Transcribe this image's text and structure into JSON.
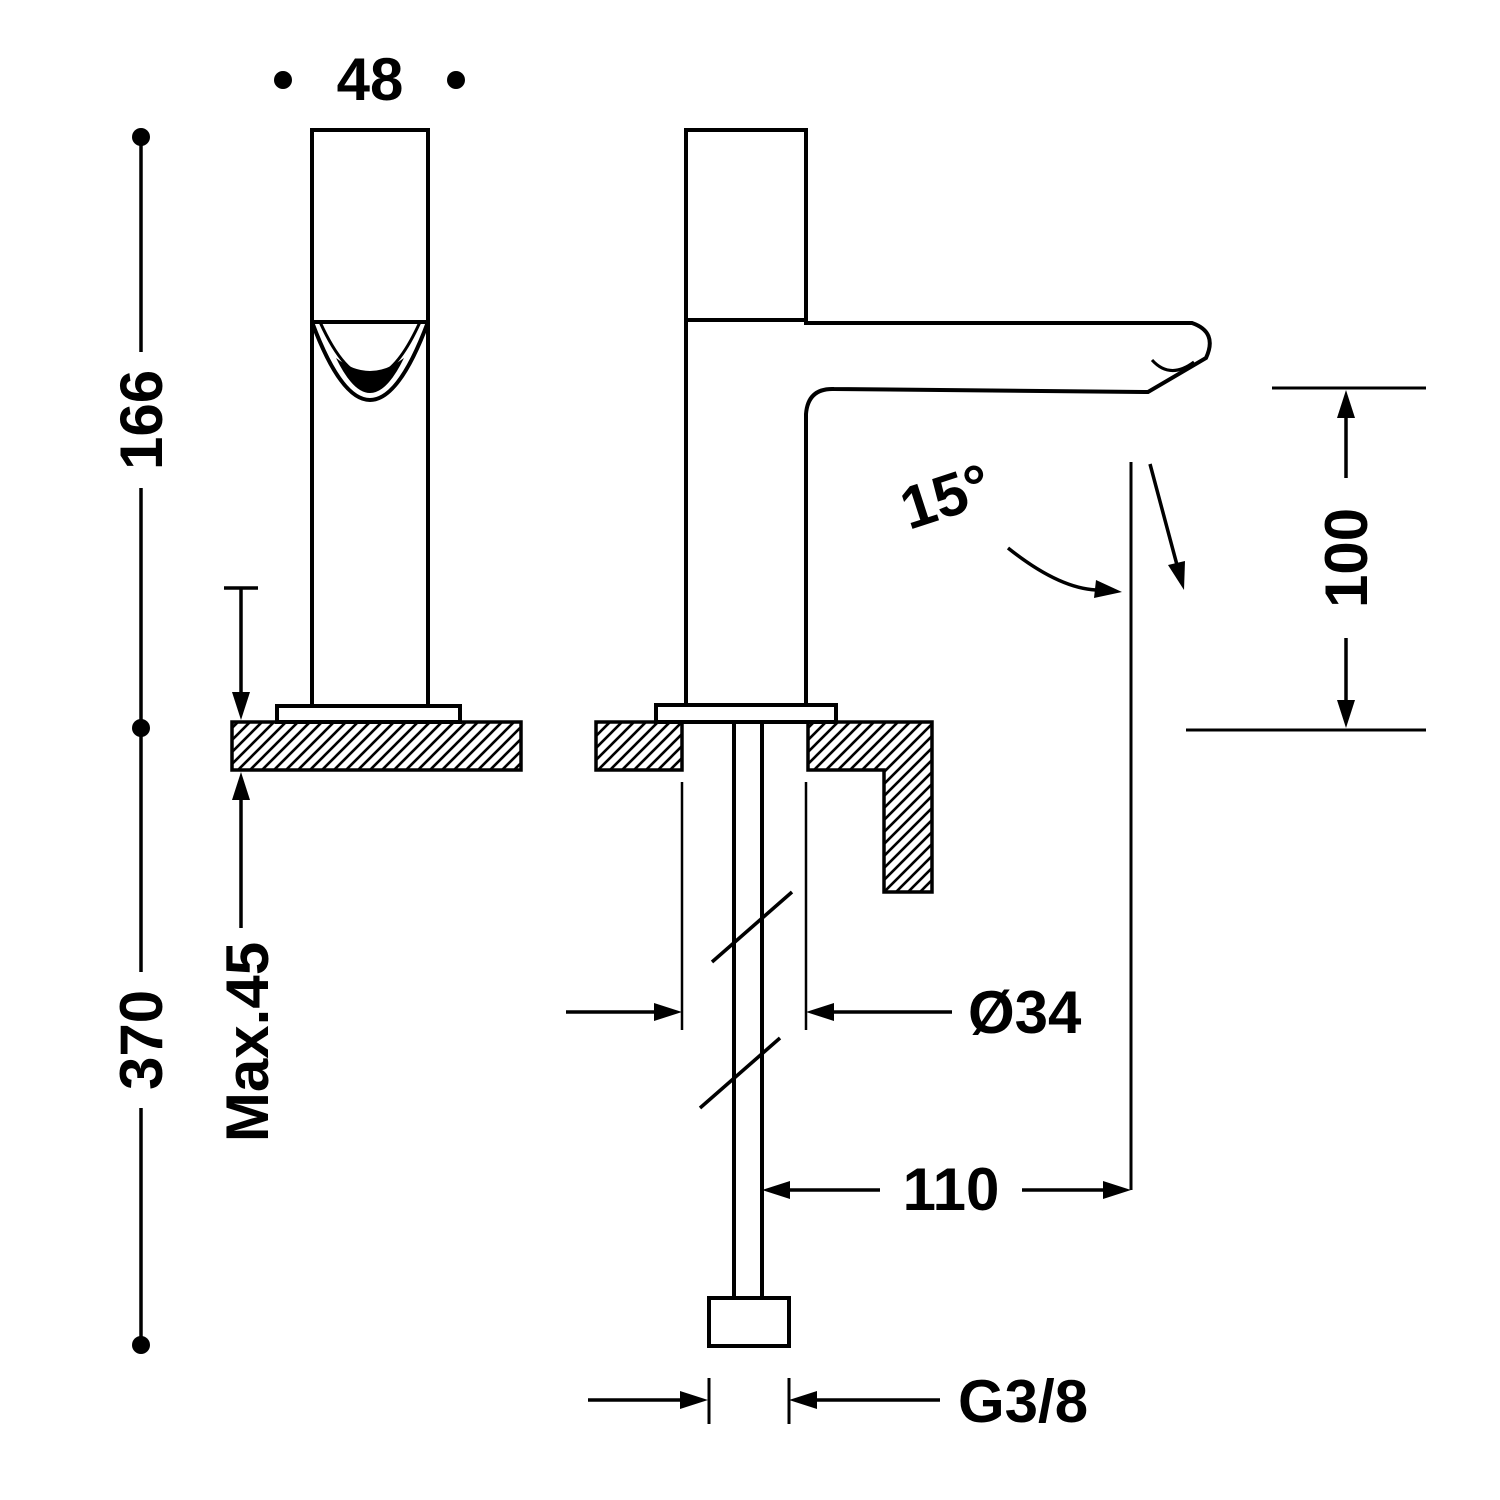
{
  "drawing": {
    "type": "technical-dimension-drawing",
    "subject": "basin-tap-two-views",
    "background": "#ffffff",
    "line_color": "#000000",
    "labels": {
      "width": "48",
      "body_height": "166",
      "total_height": "370",
      "max_counter": "Max.45",
      "angle": "15°",
      "spout_height": "100",
      "hole_diameter": "Ø34",
      "reach": "110",
      "thread": "G3/8"
    }
  }
}
